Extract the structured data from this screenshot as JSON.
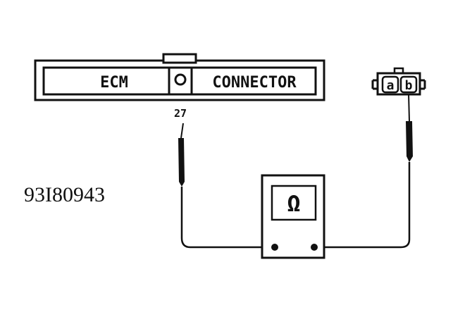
{
  "diagram": {
    "ecm_label": "ECM",
    "connector_label": "CONNECTOR",
    "pin_number": "27",
    "figure_code": "93I80943",
    "meter_symbol": "Ω",
    "terminal_a": "a",
    "terminal_b": "b"
  }
}
